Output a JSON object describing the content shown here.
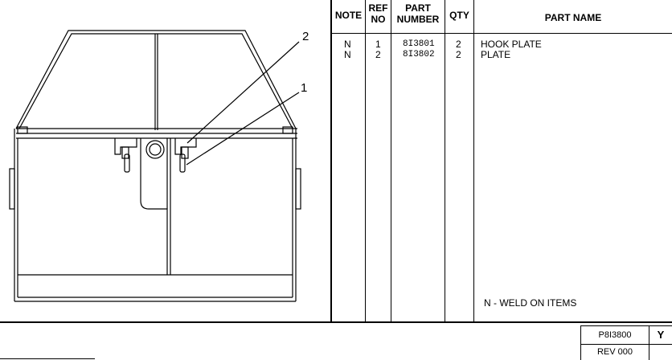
{
  "callouts": [
    {
      "label": "2"
    },
    {
      "label": "1"
    }
  ],
  "table": {
    "headers": {
      "note": "NOTE",
      "ref_no_line1": "REF",
      "ref_no_line2": "NO",
      "part_number_line1": "PART",
      "part_number_line2": "NUMBER",
      "qty": "QTY",
      "part_name": "PART NAME"
    },
    "rows": [
      {
        "note": "N",
        "ref": "1",
        "part_number": "8I3801",
        "qty": "2",
        "part_name": "HOOK PLATE"
      },
      {
        "note": "N",
        "ref": "2",
        "part_number": "8I3802",
        "qty": "2",
        "part_name": "PLATE"
      }
    ],
    "footnote": "N - WELD ON ITEMS"
  },
  "title_block": {
    "drawing_number": "P8I3800",
    "code": "Y",
    "revision": "REV 000"
  }
}
